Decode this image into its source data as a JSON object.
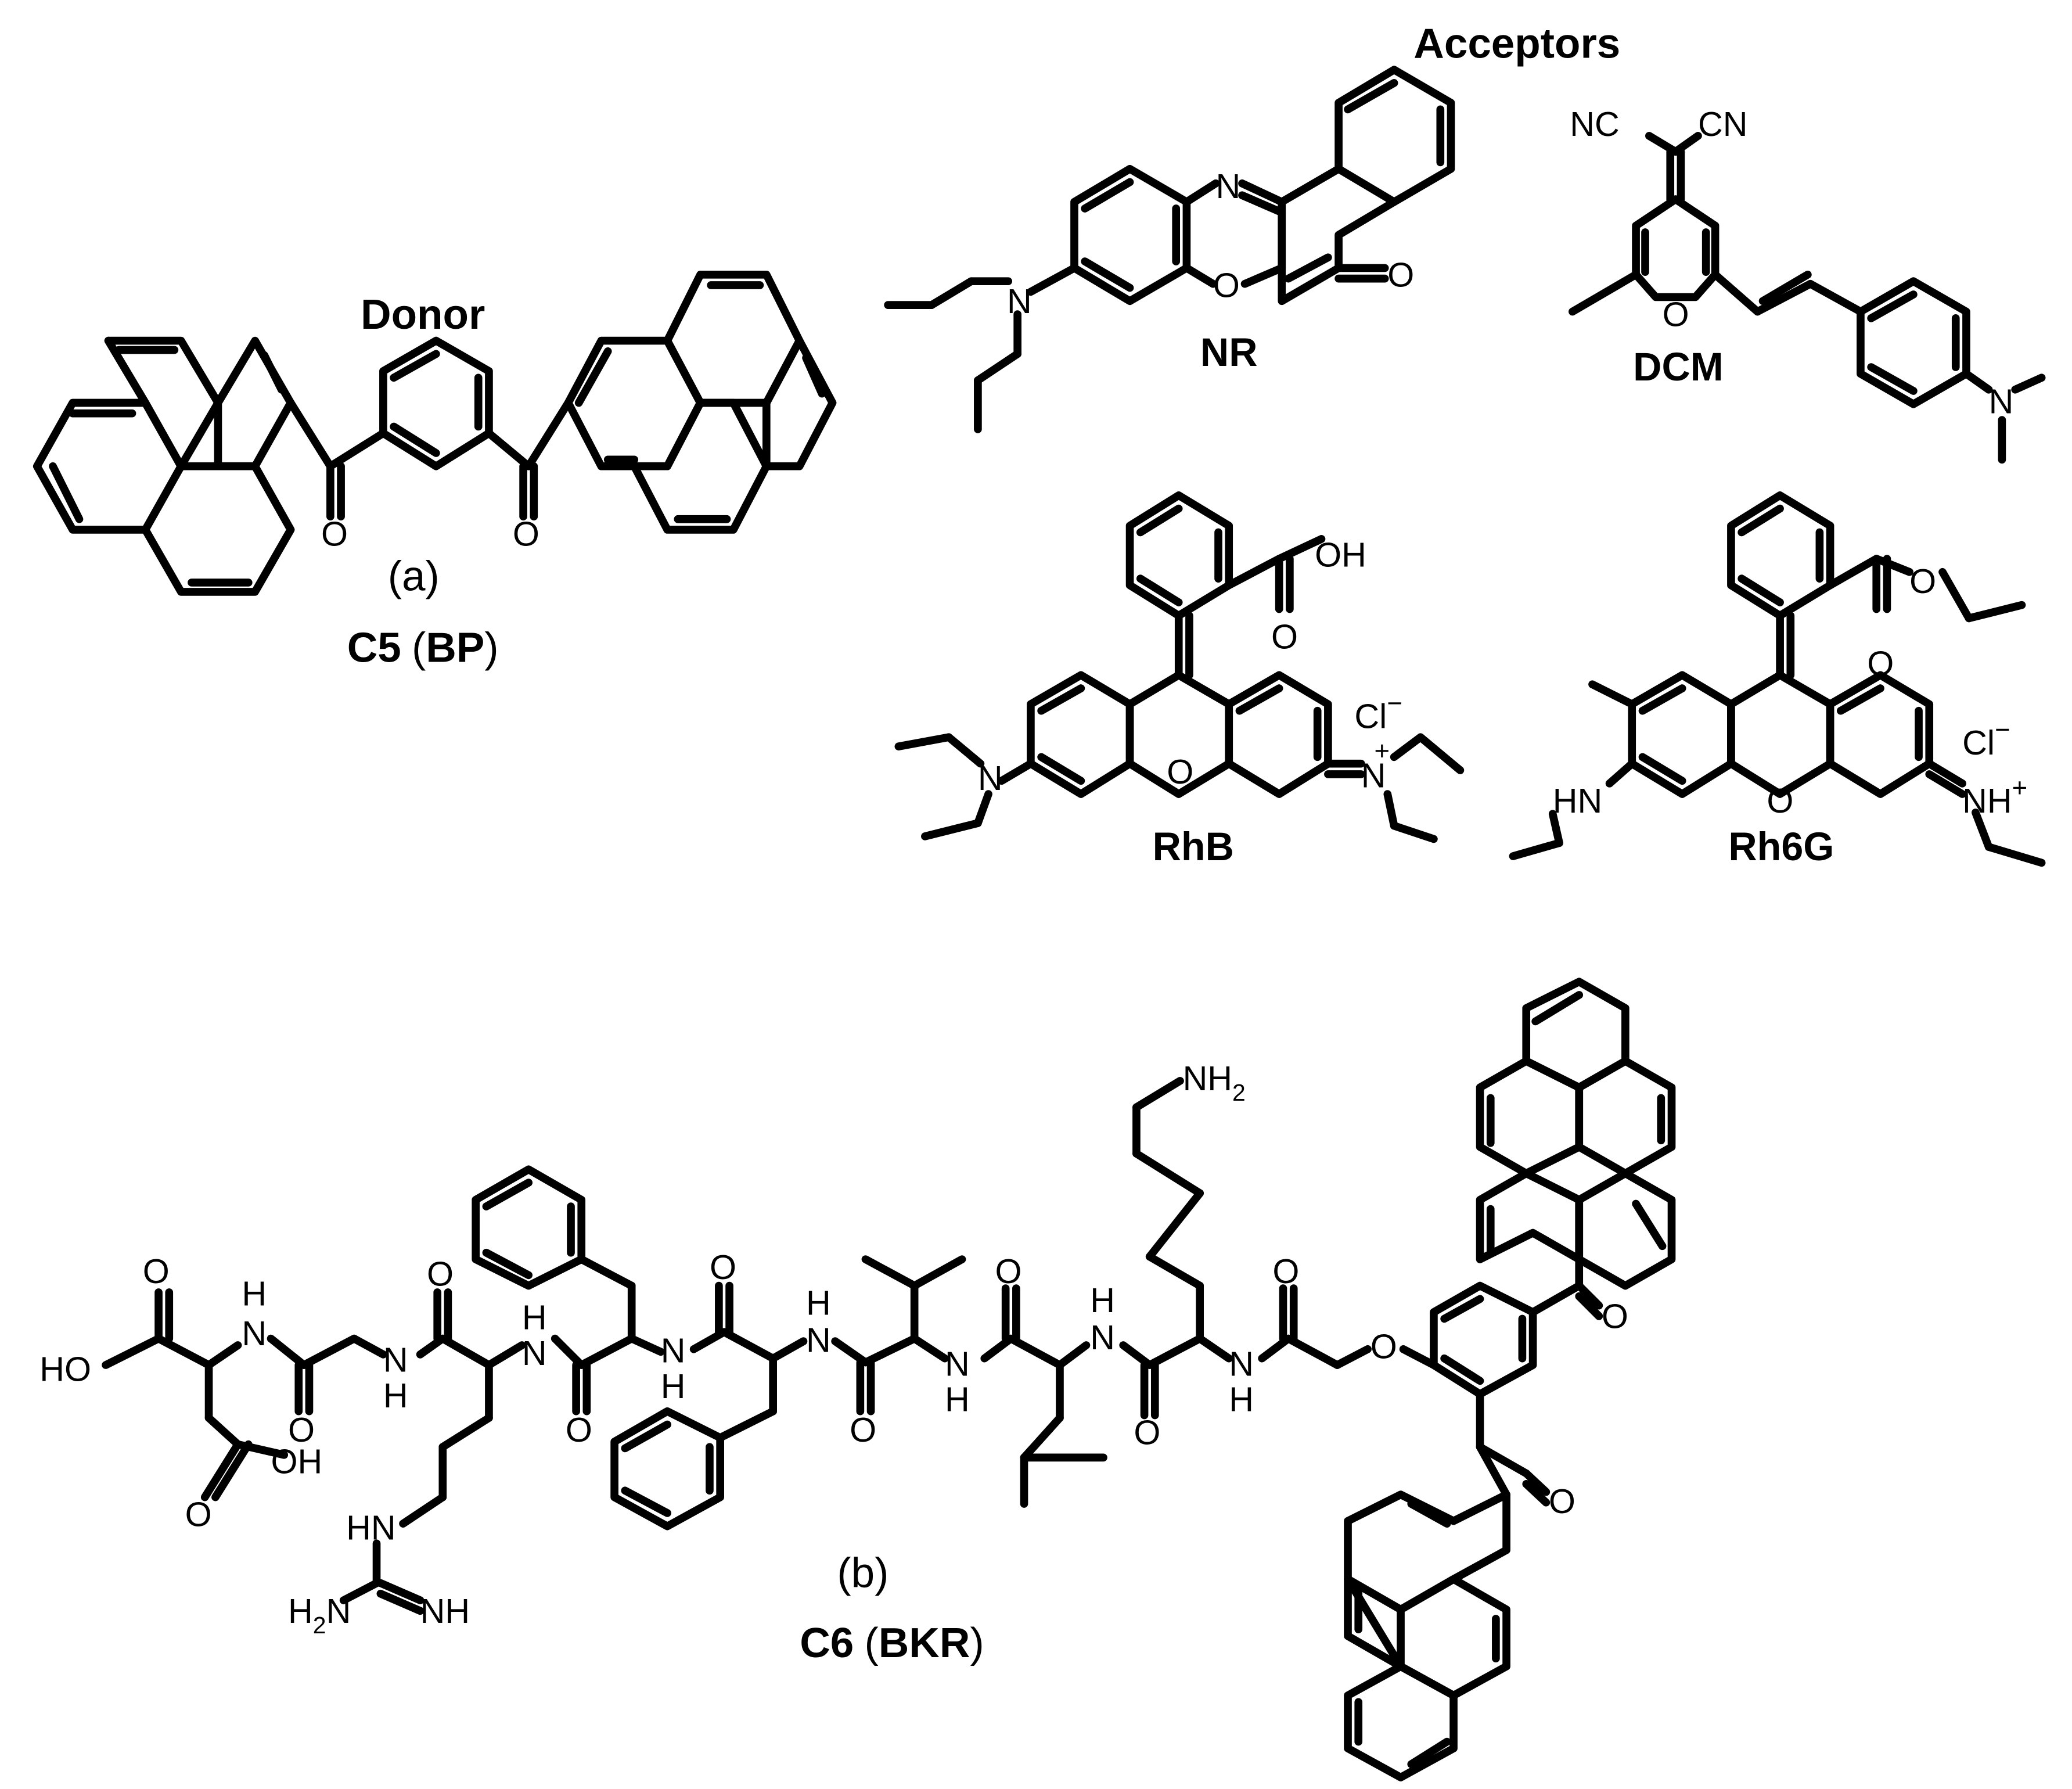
{
  "headings": {
    "donor": "Donor",
    "acceptors": "Acceptors"
  },
  "panels": {
    "a": "(a)",
    "b": "(b)"
  },
  "compound_labels": {
    "c5": {
      "code": "C5",
      "open": "(",
      "abbr": "BP",
      "close": ")"
    },
    "c6": {
      "code": "C6",
      "open": "(",
      "abbr": "BKR",
      "close": ")"
    }
  },
  "acceptor_names": {
    "nr": "NR",
    "dcm": "DCM",
    "rhb": "RhB",
    "rh6g": "Rh6G"
  },
  "atoms": {
    "O": "O",
    "N": "N",
    "NC": "NC",
    "CN": "CN",
    "OH": "OH",
    "HO": "HO",
    "Cl": "Cl",
    "minus": "−",
    "plus": "+",
    "NH": "NH",
    "HN": "HN",
    "H": "H",
    "NH2_main": "NH",
    "sub2": "2",
    "H2N_H": "H",
    "H2N_N": "N"
  }
}
